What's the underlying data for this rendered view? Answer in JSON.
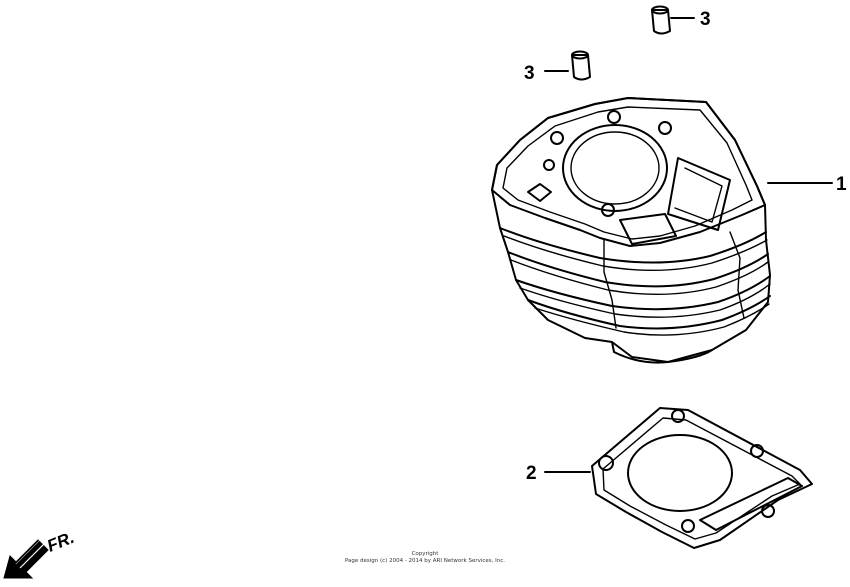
{
  "callouts": [
    {
      "id": "cylinder",
      "label": "1"
    },
    {
      "id": "gasket",
      "label": "2"
    },
    {
      "id": "dowel-top",
      "label": "3"
    },
    {
      "id": "dowel-left",
      "label": "3"
    }
  ],
  "direction": {
    "label": "FR.",
    "icon": "front-direction-arrow-icon"
  },
  "copyright": {
    "line1": "Copyright",
    "line2": "Page design (c) 2004 - 2014 by ARI Network Services, Inc."
  }
}
